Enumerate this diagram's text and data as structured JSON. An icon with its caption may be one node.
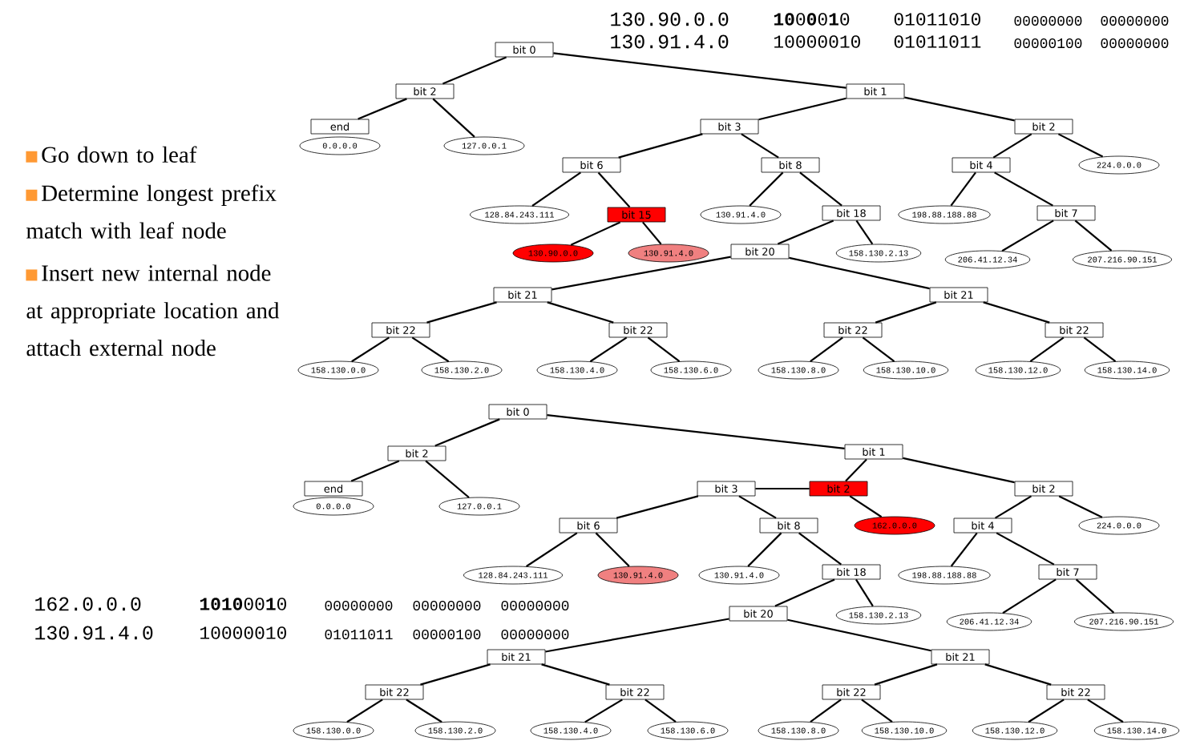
{
  "diagram": {
    "nodes": [
      {
        "text": [
          "bit 0"
        ]
      },
      {
        "text": [
          "bit 2"
        ]
      },
      {
        "text": [
          "bit 1"
        ]
      },
      {
        "text": [
          "end"
        ]
      },
      {
        "text": [
          "0.0.0.0"
        ]
      },
      {
        "text": [
          "127.0.0.1"
        ]
      },
      {
        "text": [
          "bit 3"
        ]
      },
      {
        "text": [
          "bit 2"
        ]
      },
      {
        "text": [
          "bit 6"
        ]
      },
      {
        "text": [
          "bit 8"
        ]
      },
      {
        "text": [
          "bit 4"
        ]
      },
      {
        "text": [
          "224.0.0.0"
        ]
      },
      {
        "text": [
          "128.84.243.111"
        ]
      },
      {
        "text": [
          "bit 15"
        ]
      },
      {
        "text": [
          "130.91.4.0"
        ]
      },
      {
        "text": [
          "bit 18"
        ]
      },
      {
        "text": [
          "198.88.188.88"
        ]
      },
      {
        "text": [
          "bit 7"
        ]
      },
      {
        "text": [
          "130.90.0.0"
        ]
      },
      {
        "text": [
          "130.91.4.0"
        ]
      },
      {
        "text": [
          "bit 20"
        ]
      },
      {
        "text": [
          "158.130.2.13"
        ]
      },
      {
        "text": [
          "206.41.12.34"
        ]
      },
      {
        "text": [
          "207.216.90.151"
        ]
      },
      {
        "text": [
          "bit 21"
        ]
      },
      {
        "text": [
          "bit 21"
        ]
      },
      {
        "text": [
          "bit 22"
        ]
      },
      {
        "text": [
          "bit 22"
        ]
      },
      {
        "text": [
          "bit 22"
        ]
      },
      {
        "text": [
          "bit 22"
        ]
      },
      {
        "text": [
          "158.130.0.0"
        ]
      },
      {
        "text": [
          "158.130.2.0"
        ]
      },
      {
        "text": [
          "158.130.4.0"
        ]
      },
      {
        "text": [
          "158.130.6.0"
        ]
      },
      {
        "text": [
          "158.130.8.0"
        ]
      },
      {
        "text": [
          "158.130.10.0"
        ]
      },
      {
        "text": [
          "158.130.12.0"
        ]
      },
      {
        "text": [
          "158.130.14.0"
        ]
      },
      {
        "text": [
          "bit 0"
        ]
      },
      {
        "text": [
          "bit 2"
        ]
      },
      {
        "text": [
          "bit 1"
        ]
      },
      {
        "text": [
          "end"
        ]
      },
      {
        "text": [
          "0.0.0.0"
        ]
      },
      {
        "text": [
          "127.0.0.1"
        ]
      },
      {
        "text": [
          "bit 3"
        ]
      },
      {
        "text": [
          "bit 2"
        ]
      },
      {
        "text": [
          "bit 2"
        ]
      },
      {
        "text": [
          "bit 6"
        ]
      },
      {
        "text": [
          "bit 8"
        ]
      },
      {
        "text": [
          "162.0.0.0"
        ]
      },
      {
        "text": [
          "bit 4"
        ]
      },
      {
        "text": [
          "224.0.0.0"
        ]
      },
      {
        "text": [
          "128.84.243.111"
        ]
      },
      {
        "text": [
          "130.91.4.0"
        ]
      },
      {
        "text": [
          "130.91.4.0"
        ]
      },
      {
        "text": [
          "bit 18"
        ]
      },
      {
        "text": [
          "198.88.188.88"
        ]
      },
      {
        "text": [
          "bit 7"
        ]
      },
      {
        "text": [
          "bit 20"
        ]
      },
      {
        "text": [
          "158.130.2.13"
        ]
      },
      {
        "text": [
          "206.41.12.34"
        ]
      },
      {
        "text": [
          "207.216.90.151"
        ]
      },
      {
        "text": [
          "bit 21"
        ]
      },
      {
        "text": [
          "bit 21"
        ]
      },
      {
        "text": [
          "bit 22"
        ]
      },
      {
        "text": [
          "bit 22"
        ]
      },
      {
        "text": [
          "bit 22"
        ]
      },
      {
        "text": [
          "bit 22"
        ]
      },
      {
        "text": [
          "158.130.0.0"
        ]
      },
      {
        "text": [
          "158.130.2.0"
        ]
      },
      {
        "text": [
          "158.130.4.0"
        ]
      },
      {
        "text": [
          "158.130.6.0"
        ]
      },
      {
        "text": [
          "158.130.8.0"
        ]
      },
      {
        "text": [
          "158.130.10.0"
        ]
      },
      {
        "text": [
          "158.130.12.0"
        ]
      },
      {
        "text": [
          "158.130.14.0"
        ]
      }
    ],
    "edges": [
      {
        "from": 0,
        "to": 1,
        "arrow": "none"
      },
      {
        "from": 0,
        "to": 2,
        "arrow": "none"
      },
      {
        "from": 1,
        "to": 3,
        "arrow": "none"
      },
      {
        "from": 1,
        "to": 5,
        "arrow": "none"
      },
      {
        "from": 2,
        "to": 6,
        "arrow": "none"
      },
      {
        "from": 2,
        "to": 7,
        "arrow": "none"
      },
      {
        "from": 6,
        "to": 8,
        "arrow": "none"
      },
      {
        "from": 6,
        "to": 9,
        "arrow": "none"
      },
      {
        "from": 7,
        "to": 10,
        "arrow": "none"
      },
      {
        "from": 7,
        "to": 11,
        "arrow": "none"
      },
      {
        "from": 8,
        "to": 12,
        "arrow": "none"
      },
      {
        "from": 8,
        "to": 13,
        "arrow": "none"
      },
      {
        "from": 9,
        "to": 14,
        "arrow": "none"
      },
      {
        "from": 9,
        "to": 15,
        "arrow": "none"
      },
      {
        "from": 10,
        "to": 16,
        "arrow": "none"
      },
      {
        "from": 10,
        "to": 17,
        "arrow": "none"
      },
      {
        "from": 13,
        "to": 18,
        "arrow": "none"
      },
      {
        "from": 13,
        "to": 19,
        "arrow": "none"
      },
      {
        "from": 15,
        "to": 20,
        "arrow": "none"
      },
      {
        "from": 15,
        "to": 21,
        "arrow": "none"
      },
      {
        "from": 17,
        "to": 22,
        "arrow": "none"
      },
      {
        "from": 17,
        "to": 23,
        "arrow": "none"
      },
      {
        "from": 20,
        "to": 24,
        "arrow": "none"
      },
      {
        "from": 20,
        "to": 25,
        "arrow": "none"
      },
      {
        "from": 24,
        "to": 26,
        "arrow": "none"
      },
      {
        "from": 24,
        "to": 27,
        "arrow": "none"
      },
      {
        "from": 25,
        "to": 28,
        "arrow": "none"
      },
      {
        "from": 25,
        "to": 29,
        "arrow": "none"
      },
      {
        "from": 26,
        "to": 30,
        "arrow": "none"
      },
      {
        "from": 26,
        "to": 31,
        "arrow": "none"
      },
      {
        "from": 27,
        "to": 32,
        "arrow": "none"
      },
      {
        "from": 27,
        "to": 33,
        "arrow": "none"
      },
      {
        "from": 28,
        "to": 34,
        "arrow": "none"
      },
      {
        "from": 28,
        "to": 35,
        "arrow": "none"
      },
      {
        "from": 29,
        "to": 36,
        "arrow": "none"
      },
      {
        "from": 29,
        "to": 37,
        "arrow": "none"
      },
      {
        "from": 38,
        "to": 39,
        "arrow": "none"
      },
      {
        "from": 38,
        "to": 40,
        "arrow": "none"
      },
      {
        "from": 39,
        "to": 41,
        "arrow": "none"
      },
      {
        "from": 39,
        "to": 43,
        "arrow": "none"
      },
      {
        "from": 40,
        "to": 45,
        "arrow": "none"
      },
      {
        "from": 40,
        "to": 46,
        "arrow": "none"
      },
      {
        "from": 45,
        "to": 44,
        "arrow": "none"
      },
      {
        "from": 45,
        "to": 49,
        "arrow": "none"
      },
      {
        "from": 44,
        "to": 47,
        "arrow": "none"
      },
      {
        "from": 44,
        "to": 48,
        "arrow": "none"
      },
      {
        "from": 46,
        "to": 50,
        "arrow": "none"
      },
      {
        "from": 46,
        "to": 51,
        "arrow": "none"
      },
      {
        "from": 47,
        "to": 52,
        "arrow": "none"
      },
      {
        "from": 47,
        "to": 53,
        "arrow": "none"
      },
      {
        "from": 48,
        "to": 54,
        "arrow": "none"
      },
      {
        "from": 48,
        "to": 55,
        "arrow": "none"
      },
      {
        "from": 50,
        "to": 56,
        "arrow": "none"
      },
      {
        "from": 50,
        "to": 57,
        "arrow": "none"
      },
      {
        "from": 55,
        "to": 58,
        "arrow": "none"
      },
      {
        "from": 55,
        "to": 59,
        "arrow": "none"
      },
      {
        "from": 57,
        "to": 60,
        "arrow": "none"
      },
      {
        "from": 57,
        "to": 61,
        "arrow": "none"
      },
      {
        "from": 58,
        "to": 62,
        "arrow": "none"
      },
      {
        "from": 58,
        "to": 63,
        "arrow": "none"
      },
      {
        "from": 62,
        "to": 64,
        "arrow": "none"
      },
      {
        "from": 62,
        "to": 65,
        "arrow": "none"
      },
      {
        "from": 63,
        "to": 66,
        "arrow": "none"
      },
      {
        "from": 63,
        "to": 67,
        "arrow": "none"
      },
      {
        "from": 64,
        "to": 68,
        "arrow": "none"
      },
      {
        "from": 64,
        "to": 69,
        "arrow": "none"
      },
      {
        "from": 65,
        "to": 70,
        "arrow": "none"
      },
      {
        "from": 65,
        "to": 71,
        "arrow": "none"
      },
      {
        "from": 66,
        "to": 72,
        "arrow": "none"
      },
      {
        "from": 66,
        "to": 73,
        "arrow": "none"
      },
      {
        "from": 67,
        "to": 74,
        "arrow": "none"
      },
      {
        "from": 67,
        "to": 75,
        "arrow": "none"
      }
    ],
    "labels": [
      "130.90.0.0",
      "**10**0**0**0**1**0",
      "01011010",
      "00000000",
      "00000000",
      "130.91.4.0",
      "10000010",
      "01011011",
      "00000100",
      "00000000",
      "Go down to leaf",
      "Determine longest prefix match with leaf node",
      "Insert new internal node at appropriate location and attach external node",
      "162.0.0.0",
      "**1010**00**1**0",
      "00000000",
      "00000000",
      "00000000",
      "130.91.4.0",
      "10000010",
      "01011011",
      "00000100",
      "00000000"
    ]
  }
}
